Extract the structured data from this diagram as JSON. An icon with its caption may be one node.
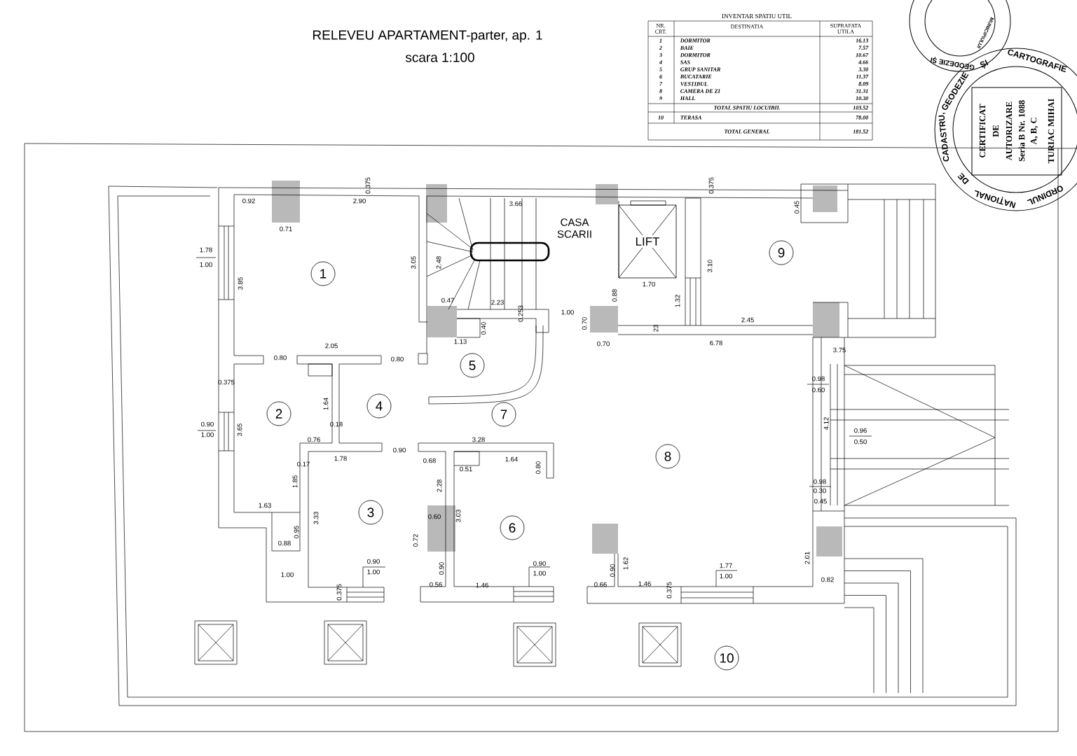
{
  "diagram": {
    "title": "RELEVEU APARTAMENT-parter, ap. 1",
    "nodes": [
      {
        "text": [
          "1"
        ]
      },
      {
        "text": [
          "2"
        ]
      },
      {
        "text": [
          "3"
        ]
      },
      {
        "text": [
          "4"
        ]
      },
      {
        "text": [
          "5"
        ]
      },
      {
        "text": [
          "6"
        ]
      },
      {
        "text": [
          "7"
        ]
      },
      {
        "text": [
          "8"
        ]
      },
      {
        "text": [
          "9"
        ]
      },
      {
        "text": [
          "10"
        ]
      },
      {
        "text": [
          "LIFT"
        ]
      }
    ],
    "edges": [],
    "labels": [
      "scara 1:100",
      "CASA SCARII",
      "INVENTAR SPATIU UTIL",
      "NR. CRT.",
      "DESTINATIA",
      "SUPRAFATA UTILA",
      "1",
      "DORMITOR",
      "16.13",
      "2",
      "BAIE",
      "7.57",
      "3",
      "DORMITOR",
      "10.67",
      "4",
      "SAS",
      "4.66",
      "5",
      "GRUP SANITAR",
      "3.30",
      "6",
      "BUCATARIE",
      "11.37",
      "7",
      "VESTIBUL",
      "8.09",
      "8",
      "CAMERA DE ZI",
      "31.31",
      "9",
      "HALL",
      "10.30",
      "TOTAL SPATIU LOCUIBIL",
      "103.52",
      "10",
      "TERASA",
      "78.00",
      "TOTAL GENERAL",
      "181.52",
      "CERTIFICAT",
      "DE",
      "AUTORIZARE",
      "Seria B Nr. 1088",
      "A, B, C",
      "TURIAC MIHAI",
      "NAȚIONAL",
      "ORDINUL",
      "DE",
      "CADASTRU,",
      "GEODEZIE",
      "ȘI",
      "CARTOGRAFIE",
      "GEODEZIE ȘI",
      "MUNICIPIULUI",
      "0.375",
      "0.92",
      "2.90",
      "0.71",
      "3.66",
      "1.78",
      "1.00",
      "3.85",
      "3.05",
      "2.48",
      "0.47",
      "2.23",
      "0.253",
      "1.00",
      "0.40",
      "1.13",
      "2.05",
      "0.80",
      "0.80",
      "0.375",
      "1.64",
      "0.90",
      "0.18",
      "1.00",
      "3.65",
      "0.76",
      "0.90",
      "3.28",
      "1.78",
      "0.17",
      "1.85",
      "1.63",
      "3.33",
      "0.95",
      "0.88",
      "1.00",
      "0.90",
      "1.00",
      "0.375",
      "0.68",
      "0.51",
      "1.64",
      "0.80",
      "2.28",
      "3.03",
      "0.60",
      "0.72",
      "0.90",
      "0.56",
      "1.46",
      "0.90",
      "1.00",
      "0.375",
      "1.70",
      "0.88",
      "3.10",
      "1.32",
      "0.45",
      "0.70",
      "0.70",
      "23",
      "2.45",
      "6.78",
      "3.75",
      "0.98",
      "0.60",
      "4.12",
      "0.96",
      "0.50",
      "0.98",
      "0.30",
      "0.45",
      "1.62",
      "0.90",
      "0.66",
      "1.46",
      "0.375",
      "1.77",
      "1.00",
      "2.01",
      "0.82"
    ]
  }
}
